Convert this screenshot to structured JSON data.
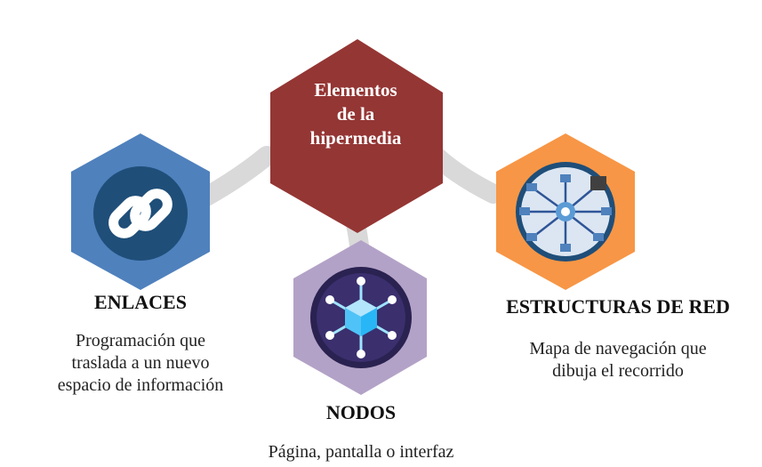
{
  "center": {
    "title": "Elementos\nde la\nhipermedia",
    "color": "#943634"
  },
  "items": [
    {
      "title": "ENLACES",
      "description": "Programación que\ntraslada a un nuevo\nespacio de información",
      "color": "#4F81BD",
      "icon": "link-icon"
    },
    {
      "title": "NODOS",
      "description": "Página, pantalla o interfaz",
      "color": "#B3A2C7",
      "icon": "node-network-icon"
    },
    {
      "title": "ESTRUCTURAS DE RED",
      "description": "Mapa de navegación que\ndibuja el recorrido",
      "color": "#F79646",
      "icon": "network-map-icon"
    }
  ],
  "connector_color": "#D9D9D9"
}
